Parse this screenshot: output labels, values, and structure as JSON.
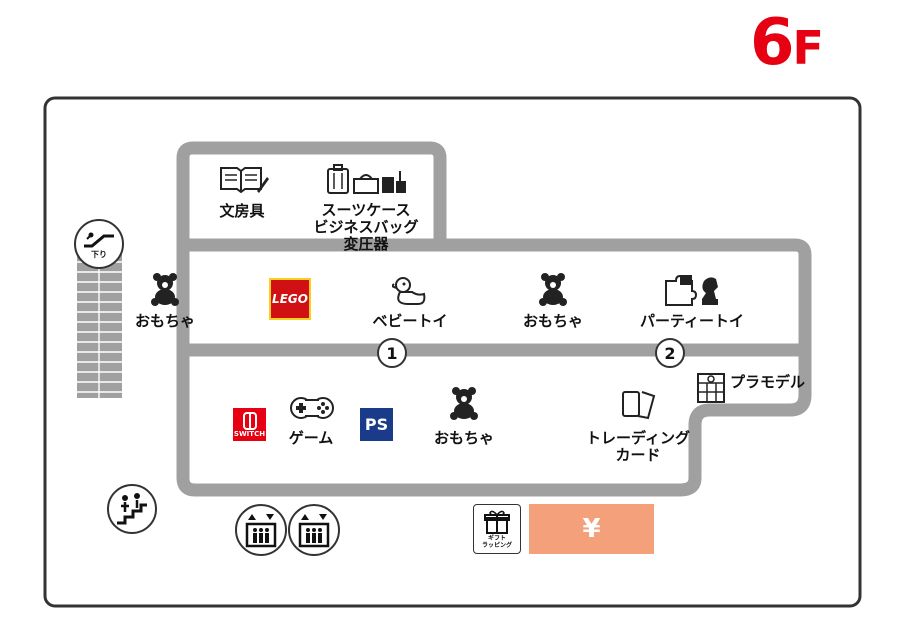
{
  "floor": {
    "number": "6",
    "unit": "F",
    "color": "#e60012"
  },
  "corridor_numbers": [
    "1",
    "2"
  ],
  "sections": {
    "stationery": "文房具",
    "suitcase": [
      "スーツケース",
      "ビジネスバッグ",
      "変圧器"
    ],
    "toys_left": "おもちゃ",
    "baby_toys": "ベビートイ",
    "toys_center": "おもちゃ",
    "party_toys": "パーティートイ",
    "plamodel": "プラモデル",
    "game": "ゲーム",
    "toys_lower": "おもちゃ",
    "trading_card": [
      "トレーディング",
      "カード"
    ]
  },
  "escalator_sign": "下り",
  "gift_wrapping": [
    "ギフト",
    "ラッピング"
  ],
  "cashier_symbol": "¥",
  "brands": {
    "lego": "LEGO",
    "switch": "SWITCH",
    "playstation": "PS"
  },
  "colors": {
    "walkway": "#a0a0a0",
    "outline": "#333333",
    "cashier": "#f4a07a",
    "lego": "#d01012",
    "switch": "#e60012",
    "playstation": "#1a3a8a"
  },
  "icons": [
    "book-pen-icon",
    "suitcase-icon",
    "teddy-bear-icon",
    "rubber-duck-icon",
    "puzzle-chess-icon",
    "building-kit-icon",
    "game-controller-icon",
    "trading-cards-icon",
    "escalator-icon",
    "stairs-icon",
    "elevator-icon",
    "gift-icon"
  ]
}
